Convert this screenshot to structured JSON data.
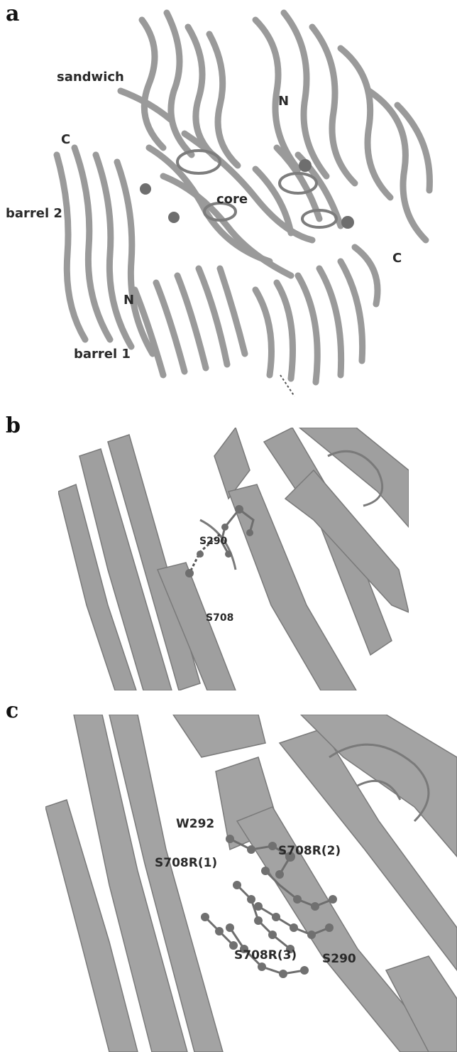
{
  "panels": {
    "a": {
      "letter": "a",
      "labels": {
        "sandwich": "sandwich",
        "N_top": "N",
        "C_left": "C",
        "core": "core",
        "barrel2": "barrel 2",
        "C_right": "C",
        "N_bottom": "N",
        "barrel1": "barrel 1"
      }
    },
    "b": {
      "letter": "b",
      "labels": {
        "s290": "S290",
        "s708": "S708"
      }
    },
    "c": {
      "letter": "c",
      "labels": {
        "w292": "W292",
        "s708r1": "S708R(1)",
        "s708r2": "S708R(2)",
        "s708r3": "S708R(3)",
        "s290": "S290"
      }
    }
  },
  "colors": {
    "ribbon": "#9a9a9a",
    "ribbon_dark": "#7d7d7d",
    "atom": "#6e6e6e",
    "label": "#2a2a2a"
  }
}
